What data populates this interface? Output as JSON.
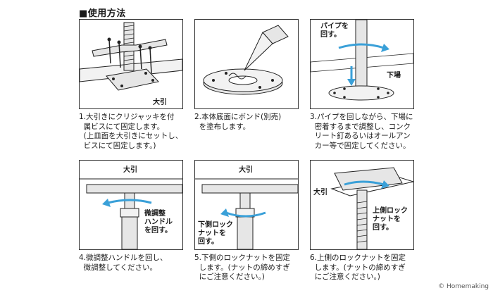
{
  "title": "■使用方法",
  "steps": [
    {
      "caption": "1.大引きにクリジャッキを付\n  属ビスにて固定します。\n  (上皿面を大引きにセットし、\n  ビスにて固定します。)",
      "labels": [
        "大引"
      ]
    },
    {
      "caption": "2.本体底面にボンド(別売)\n  を塗布します。",
      "labels": []
    },
    {
      "caption": "3.パイプを回しながら、下場に\n  密着するまで調整し、コンク\n  リート釘あるいはオールアン\n  カー等で固定してください。",
      "labels": [
        "パイプを\n回す。",
        "下場"
      ]
    },
    {
      "caption": "4.微調整ハンドルを回し、\n  微調整してください。",
      "labels": [
        "大引",
        "微調整\nハンドル\nを回す。"
      ]
    },
    {
      "caption": "5.下側のロックナットを固定\n  します。(ナットの締めすぎ\n  にご注意ください。)",
      "labels": [
        "大引",
        "下側ロック\nナットを\n回す。"
      ]
    },
    {
      "caption": "6.上側のロックナットを固定\n  します。(ナットの締めすぎ\n  にご注意ください。)",
      "labels": [
        "大引",
        "上側ロック\nナットを\n回す。"
      ]
    }
  ],
  "credit": "© Homemaking",
  "colors": {
    "arrow": "#3aa0d8",
    "line": "#222222",
    "fill": "#e6e6e6"
  }
}
